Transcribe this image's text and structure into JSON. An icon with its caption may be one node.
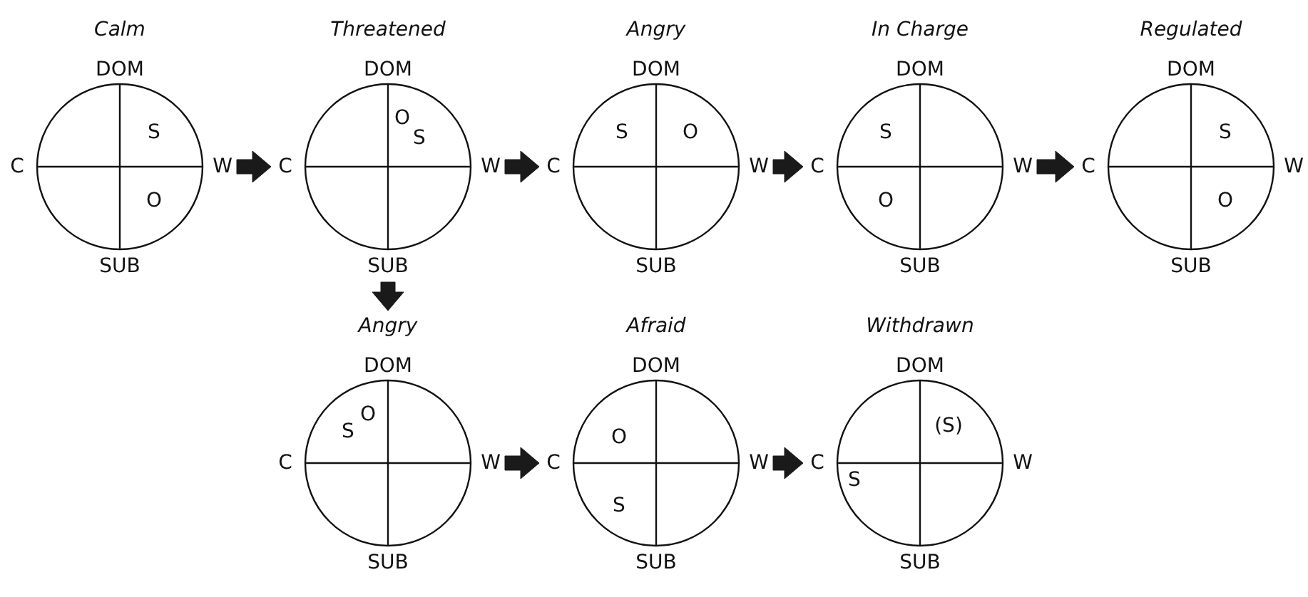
{
  "diagram": {
    "nodes": [
      {
        "text": [
          "DOM",
          "S",
          "C",
          "W",
          "O",
          "SUB"
        ],
        "beside": [
          "Calm"
        ]
      },
      {
        "text": [
          "DOM",
          "O",
          "S",
          "C",
          "W",
          "SUB"
        ],
        "beside": [
          "Threatened"
        ]
      },
      {
        "text": [
          "DOM",
          "S",
          "O",
          "C",
          "W",
          "SUB"
        ],
        "beside": [
          "Angry"
        ]
      },
      {
        "text": [
          "DOM",
          "S",
          "C",
          "W",
          "O",
          "SUB"
        ],
        "beside": [
          "In Charge"
        ]
      },
      {
        "text": [
          "DOM",
          "S",
          "C",
          "W",
          "O",
          "SUB"
        ],
        "beside": [
          "Regulated"
        ]
      },
      {
        "text": [
          "DOM",
          "O",
          "S",
          "C",
          "W",
          "SUB"
        ],
        "beside": [
          "Angry"
        ]
      },
      {
        "text": [
          "DOM",
          "O",
          "C",
          "W",
          "S",
          "SUB"
        ],
        "beside": [
          "Afraid"
        ]
      },
      {
        "text": [
          "DOM",
          "(S)",
          "C",
          "W",
          "S",
          "SUB"
        ],
        "beside": [
          "Withdrawn"
        ]
      }
    ],
    "edges": [
      {
        "from": 0,
        "to": 1,
        "arrow": "to",
        "style": "thick"
      },
      {
        "from": 1,
        "to": 2,
        "arrow": "to",
        "style": "thick"
      },
      {
        "from": 2,
        "to": 3,
        "arrow": "to",
        "style": "thick"
      },
      {
        "from": 3,
        "to": 4,
        "arrow": "to",
        "style": "thick"
      },
      {
        "from": 1,
        "to": 5,
        "arrow": "to",
        "style": "thick"
      },
      {
        "from": 5,
        "to": 6,
        "arrow": "to",
        "style": "thick"
      },
      {
        "from": 6,
        "to": 7,
        "arrow": "to",
        "style": "thick"
      }
    ]
  }
}
